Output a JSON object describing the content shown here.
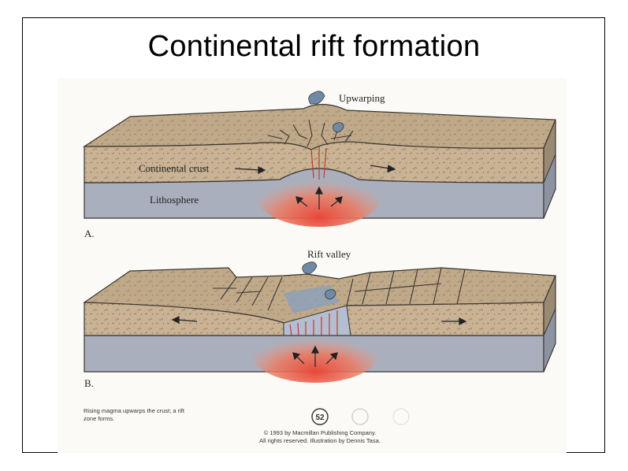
{
  "title": "Continental rift formation",
  "panel_a": {
    "letter": "A.",
    "upwarping": "Upwarping",
    "continental_crust": "Continental crust",
    "lithosphere": "Lithosphere"
  },
  "panel_b": {
    "letter": "B.",
    "rift_valley": "Rift valley"
  },
  "caption": {
    "line1": "Rising magma upwarps the crust; a rift",
    "line2": "zone forms.",
    "page_badge": "52",
    "copyright1": "© 1993 by Macmillan Publishing Company.",
    "copyright2": "All rights reserved. Illustration by Dennis Tasa."
  },
  "colors": {
    "crust": "#c9b394",
    "crust_top": "#b8a17f",
    "lithosphere": "#a9afbd",
    "magma": "#e0463a",
    "ink": "#3a3530"
  }
}
